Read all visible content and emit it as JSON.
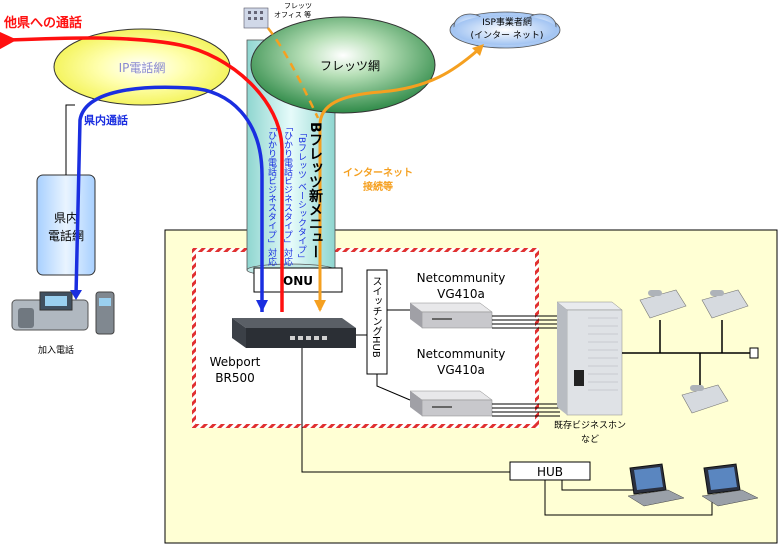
{
  "labels": {
    "other_pref_call": "他県への通話",
    "in_pref_call": "県内通話",
    "ip_network": "IP電話網",
    "flets_network": "フレッツ網",
    "flets_office": "フレッツ\nオフィス 等",
    "isp_network_l1": "ISP事業者網",
    "isp_network_l2": "(インター ネット)",
    "internet_conn_l1": "インターネット",
    "internet_conn_l2": "接続等",
    "kennai_net_l1": "県内",
    "kennai_net_l2": "電話網",
    "subscriber_phone": "加入電話",
    "onu": "ONU",
    "switching_hub": "スイッチングHUB",
    "vg1_l1": "Netcommunity",
    "vg1_l2": "VG410a",
    "vg2_l1": "Netcommunity",
    "vg2_l2": "VG410a",
    "webport_l1": "Webport",
    "webport_l2": "BR500",
    "pbx_l1": "既存ビジネスホン",
    "pbx_l2": "など",
    "hub": "HUB",
    "menu_title": "Bフレッツ新メニュー",
    "menu_col1": "「Bフレッツ ベーシックタイプ」",
    "menu_col2": "「ひかり電話ビジネスタイプ」対応",
    "menu_col3": "「ひかり電話ビジネスタイプ」対応"
  },
  "colors": {
    "red_line": "#ff1010",
    "blue_line": "#1a2ee0",
    "orange_line": "#f5a020",
    "yellow_area": "#ffffd0",
    "ip_ellipse": "#ffff70",
    "flets_ellipse": "#3a9a55",
    "cylinder": "#c9f0ee",
    "box_blue": "#cde6ff",
    "hatched_border": "#e03030"
  }
}
